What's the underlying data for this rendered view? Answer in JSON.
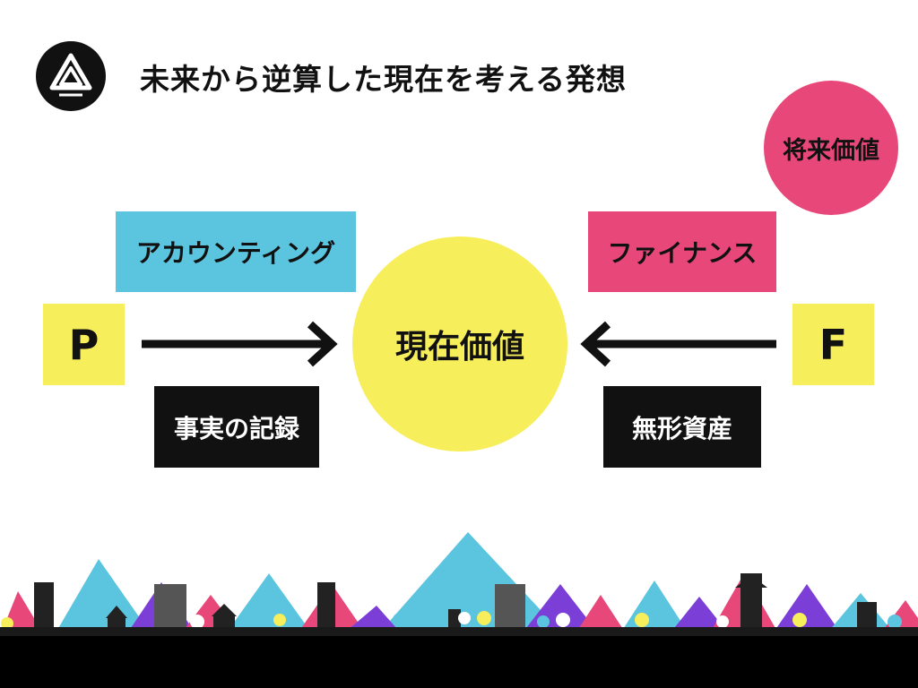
{
  "header": {
    "title": "未来から逆算した現在を考える発想",
    "logo_icon": "triangle-logo-icon"
  },
  "diagram": {
    "left_letter": "P",
    "right_letter": "F",
    "center_circle": "現在価値",
    "future_circle": "将来価値",
    "accounting_label": "アカウンティング",
    "finance_label": "ファイナンス",
    "fact_record_label": "事実の記録",
    "intangible_label": "無形資産"
  },
  "colors": {
    "yellow": "#f7ee5c",
    "cyan": "#5bc5df",
    "pink": "#e8477a",
    "black": "#111111",
    "purple": "#7b3fd8"
  }
}
